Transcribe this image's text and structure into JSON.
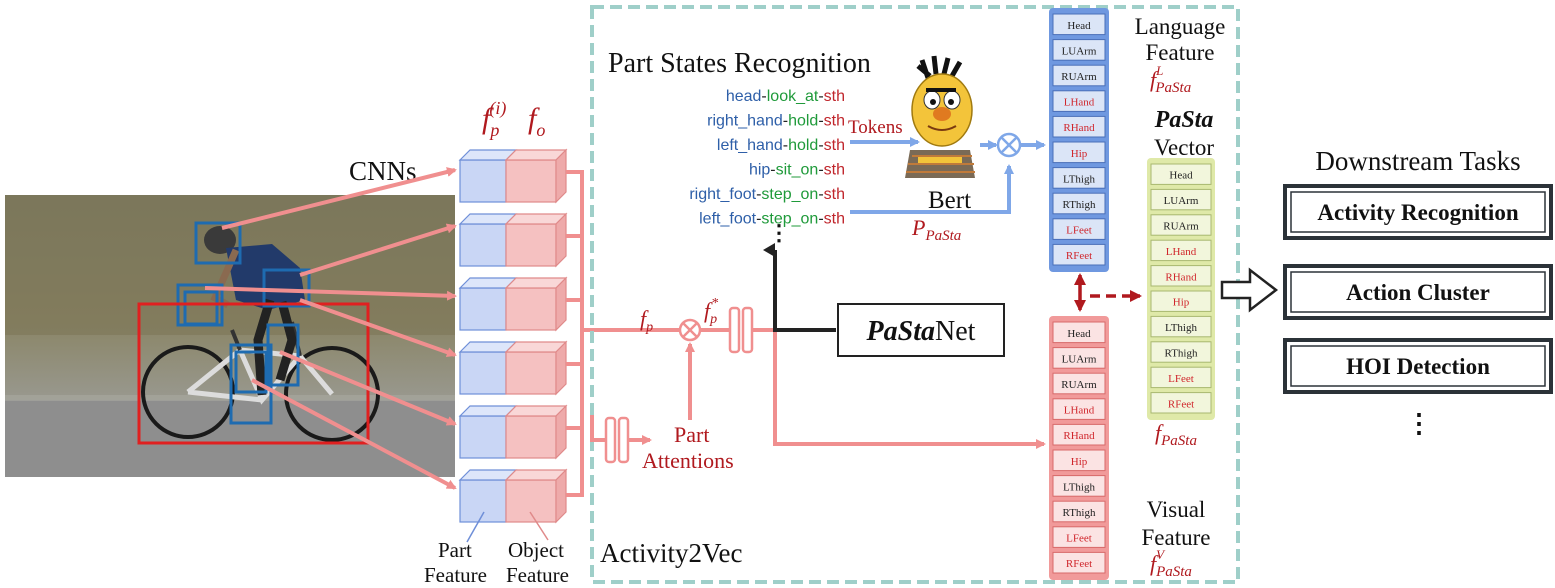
{
  "labels": {
    "cnns": "CNNs",
    "f_p_i": "f",
    "f_p_i_sub": "p",
    "f_p_i_sup": "(i)",
    "f_o": "f",
    "f_o_sub": "o",
    "part_feature_1": "Part",
    "part_feature_2": "Feature",
    "object_feature_1": "Object",
    "object_feature_2": "Feature",
    "activity2vec": "Activity2Vec",
    "part_states_recognition": "Part States Recognition",
    "tokens": "Tokens",
    "bert": "Bert",
    "p_pasta": "P",
    "p_pasta_sub": "PaSta",
    "f_p": "f",
    "f_p_sub": "p",
    "f_p_star": "f",
    "f_p_star_sub": "p",
    "f_p_star_sup": "*",
    "part_attentions_1": "Part",
    "part_attentions_2": "Attentions",
    "pastanet_italic": "PaSta",
    "pastanet_rest": "Net",
    "language_feature_1": "Language",
    "language_feature_2": "Feature",
    "f_l": "f",
    "f_l_sup": "L",
    "f_l_sub": "PaSta",
    "pasta_vector_1": "PaSta",
    "pasta_vector_2": "Vector",
    "f_pasta": "f",
    "f_pasta_sub": "PaSta",
    "visual_feature_1": "Visual",
    "visual_feature_2": "Feature",
    "f_v": "f",
    "f_v_sup": "V",
    "f_v_sub": "PaSta",
    "downstream_tasks": "Downstream Tasks",
    "ellipsis": "⋮"
  },
  "part_states": [
    [
      {
        "t": "head",
        "c": "#2e5fa8"
      },
      {
        "t": "-",
        "c": "#222"
      },
      {
        "t": "look_at",
        "c": "#1f9a3a"
      },
      {
        "t": "-",
        "c": "#222"
      },
      {
        "t": "sth",
        "c": "#c0262c"
      }
    ],
    [
      {
        "t": "right_hand",
        "c": "#2e5fa8"
      },
      {
        "t": "-",
        "c": "#222"
      },
      {
        "t": "hold",
        "c": "#1f9a3a"
      },
      {
        "t": "-",
        "c": "#222"
      },
      {
        "t": "sth",
        "c": "#c0262c"
      }
    ],
    [
      {
        "t": "left_hand",
        "c": "#2e5fa8"
      },
      {
        "t": "-",
        "c": "#222"
      },
      {
        "t": "hold",
        "c": "#1f9a3a"
      },
      {
        "t": "-",
        "c": "#222"
      },
      {
        "t": "sth",
        "c": "#c0262c"
      }
    ],
    [
      {
        "t": "hip",
        "c": "#2e5fa8"
      },
      {
        "t": "-",
        "c": "#222"
      },
      {
        "t": "sit_on",
        "c": "#1f9a3a"
      },
      {
        "t": "-",
        "c": "#222"
      },
      {
        "t": "sth",
        "c": "#c0262c"
      }
    ],
    [
      {
        "t": "right_foot",
        "c": "#2e5fa8"
      },
      {
        "t": "-",
        "c": "#222"
      },
      {
        "t": "step_on",
        "c": "#1f9a3a"
      },
      {
        "t": "-",
        "c": "#222"
      },
      {
        "t": "sth",
        "c": "#c0262c"
      }
    ],
    [
      {
        "t": "left_foot",
        "c": "#2e5fa8"
      },
      {
        "t": "-",
        "c": "#222"
      },
      {
        "t": "step_on",
        "c": "#1f9a3a"
      },
      {
        "t": "-",
        "c": "#222"
      },
      {
        "t": "sth",
        "c": "#c0262c"
      }
    ]
  ],
  "language_parts": [
    "Head",
    "LUArm",
    "RUArm",
    "LHand",
    "RHand",
    "Hip",
    "LThigh",
    "RThigh",
    "LFeet",
    "RFeet"
  ],
  "pasta_parts": [
    "Head",
    "LUArm",
    "RUArm",
    "LHand",
    "RHand",
    "Hip",
    "LThigh",
    "RThigh",
    "LFeet",
    "RFeet"
  ],
  "visual_parts": [
    "Head",
    "LUArm",
    "RUArm",
    "LHand",
    "RHand",
    "Hip",
    "LThigh",
    "RThigh",
    "LFeet",
    "RFeet"
  ],
  "red_text_parts": [
    "LHand",
    "RHand",
    "Hip",
    "LFeet",
    "RFeet"
  ],
  "downstream": [
    "Activity Recognition",
    "Action Cluster",
    "HOI Detection"
  ],
  "colors": {
    "blue_feat": "#c9d6f5",
    "blue_feat_edge": "#6f8fd8",
    "red_feat": "#f5c1c1",
    "red_feat_edge": "#e08a8a",
    "arrow_pink": "#f08f8f",
    "arrow_blue": "#7fa7e8",
    "dark_red": "#b0191e",
    "lang_col": "#6f98e0",
    "vis_col": "#f19a9a",
    "pasta_col": "#dfe9a8",
    "dashed_border": "#9fcfc9"
  }
}
